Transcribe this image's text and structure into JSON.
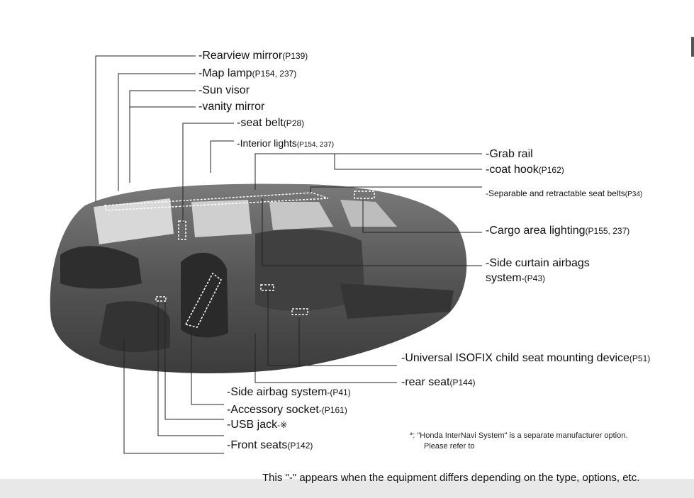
{
  "labels": {
    "rearview_mirror": {
      "name": "Rearview mirror",
      "page": "(P139)"
    },
    "map_lamp": {
      "name": "Map lamp",
      "page": "(P154, 237)"
    },
    "sun_visor": {
      "name": "Sun visor"
    },
    "vanity_mirror": {
      "name": "vanity mirror"
    },
    "seat_belt": {
      "name": "seat belt",
      "page": "(P28)"
    },
    "interior_lights": {
      "name": "Interior lights",
      "page": "(P154, 237)"
    },
    "grab_rail": {
      "name": "Grab rail"
    },
    "coat_hook": {
      "name": "coat hook",
      "page": "(P162)"
    },
    "separable_belts": {
      "name": "Separable and retractable seat belts",
      "page": "(P34)"
    },
    "cargo_lighting": {
      "name": "Cargo area lighting",
      "page": "(P155, 237)"
    },
    "side_curtain": {
      "name": "Side curtain airbags",
      "name2": "system",
      "page": "-(P43)"
    },
    "isofix": {
      "name": "Universal ISOFIX child seat mounting device",
      "page": "(P51)"
    },
    "rear_seat": {
      "name": "rear seat",
      "page": "(P144)"
    },
    "side_airbag": {
      "name": "Side airbag system",
      "page": "-(P41)"
    },
    "accessory_socket": {
      "name": "Accessory socket",
      "page": "-(P161)"
    },
    "usb_jack": {
      "name": "USB jack",
      "page": "-※"
    },
    "front_seats": {
      "name": "Front seats",
      "page": "(P142)"
    }
  },
  "footnote": {
    "line1": "*: \"Honda InterNavi System\" is a separate manufacturer option.",
    "line2": "Please refer to"
  },
  "footer_note": "This \"-\" appears when the equipment differs depending on the type, options, etc.",
  "colors": {
    "car_body": "#5a5a5a",
    "car_dark": "#3a3a3a",
    "leader": "#222222",
    "footer_bg": "#e8e8e8"
  }
}
